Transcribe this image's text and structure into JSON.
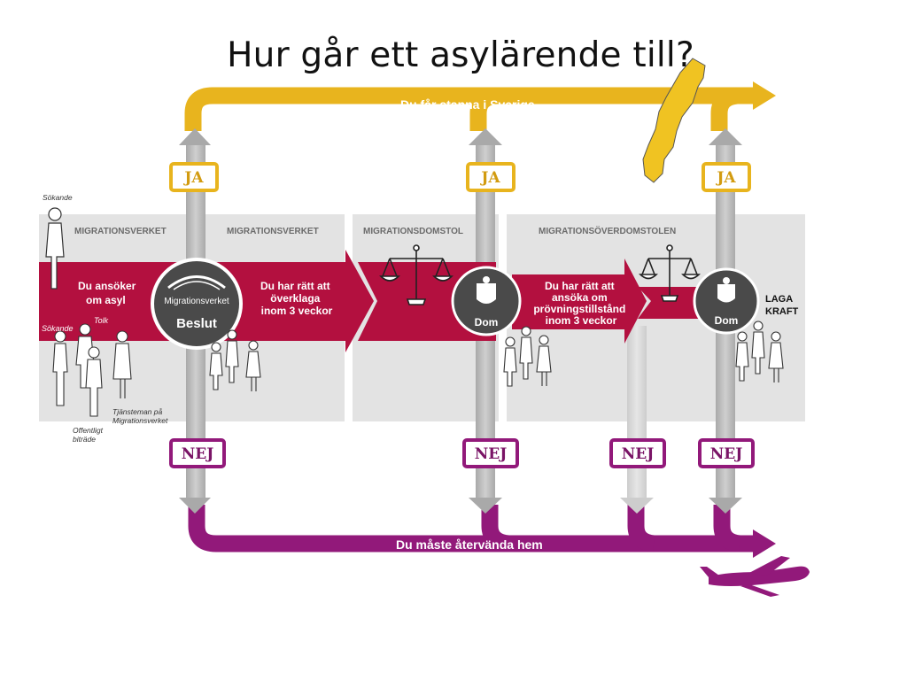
{
  "title": "Hur går ett asylärende till?",
  "routes": {
    "stay": "Du får stanna i Sverige",
    "return_home": "Du måste återvända hem"
  },
  "panels": [
    {
      "label": "MIGRATIONSVERKET"
    },
    {
      "label": "MIGRATIONSVERKET"
    },
    {
      "label": "MIGRATIONSDOMSTOL"
    },
    {
      "label": "MIGRATIONSÖVERDOMSTOLEN"
    }
  ],
  "steps": {
    "apply": [
      "Du ansöker",
      "om asyl"
    ],
    "appeal": [
      "Du har rätt att",
      "överklaga",
      "inom 3 veckor"
    ],
    "leave_to_appeal": [
      "Du har rätt att",
      "ansöka om",
      "prövningstillstånd",
      "inom 3 veckor"
    ]
  },
  "decision_seal": {
    "logo_text": "Migrationsverket",
    "label": "Beslut"
  },
  "court_seals": [
    "Dom",
    "Dom"
  ],
  "final_status": [
    "LAGA",
    "KRAFT"
  ],
  "decisions": {
    "yes": [
      "JA",
      "JA",
      "JA"
    ],
    "no": [
      "NEJ",
      "NEJ",
      "NEJ",
      "NEJ"
    ]
  },
  "people_labels": {
    "applicant_top": "Sökande",
    "applicant": "Sökande",
    "interpreter": "Tolk",
    "official": [
      "Tjänsteman på",
      "Migrationsverket"
    ],
    "counsel": [
      "Offentligt",
      "biträde"
    ]
  },
  "colors": {
    "yes_route": "#e8b41e",
    "no_route": "#92197a",
    "process_band": "#b3103f",
    "panel_bg": "#e3e3e3",
    "seal": "#4a4a4a",
    "sweden_map": "#f0c322"
  },
  "icons": [
    "scales-icon",
    "sweden-map-icon",
    "airplane-icon",
    "person-icon"
  ]
}
